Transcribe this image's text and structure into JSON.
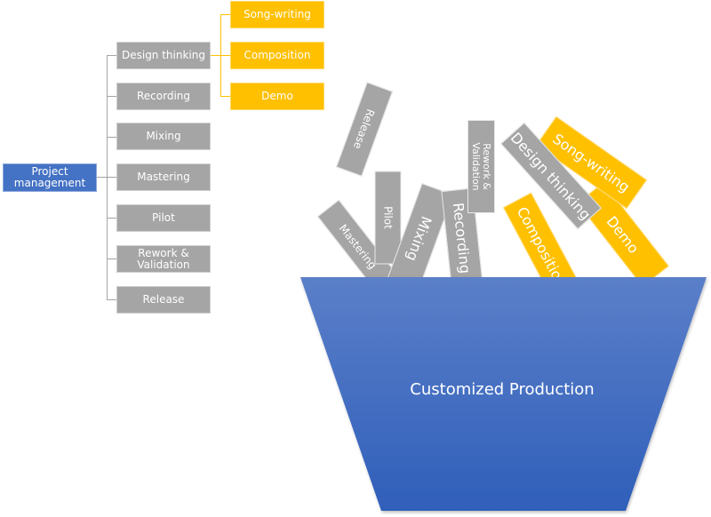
{
  "tree": {
    "root": "Project management",
    "children": [
      "Design thinking",
      "Recording",
      "Mixing",
      "Mastering",
      "Pilot",
      "Rework & Validation",
      "Release"
    ],
    "design_thinking_children": [
      "Song-writing",
      "Composition",
      "Demo"
    ]
  },
  "funnel": {
    "label": "Customized Production",
    "pieces": {
      "release": "Release",
      "pilot": "Pilot",
      "rework": "Rework & Validation",
      "mastering": "Mastering",
      "mixing": "Mixing",
      "recording": "Recording",
      "design": "Design thinking",
      "song": "Song-writing",
      "composition": "Composition",
      "demo": "Demo"
    }
  },
  "colors": {
    "root": "#4472c4",
    "stage": "#a5a5a5",
    "substage": "#ffc000",
    "funnel_top": "#5b7fc9",
    "funnel_bottom": "#2f5fba"
  }
}
